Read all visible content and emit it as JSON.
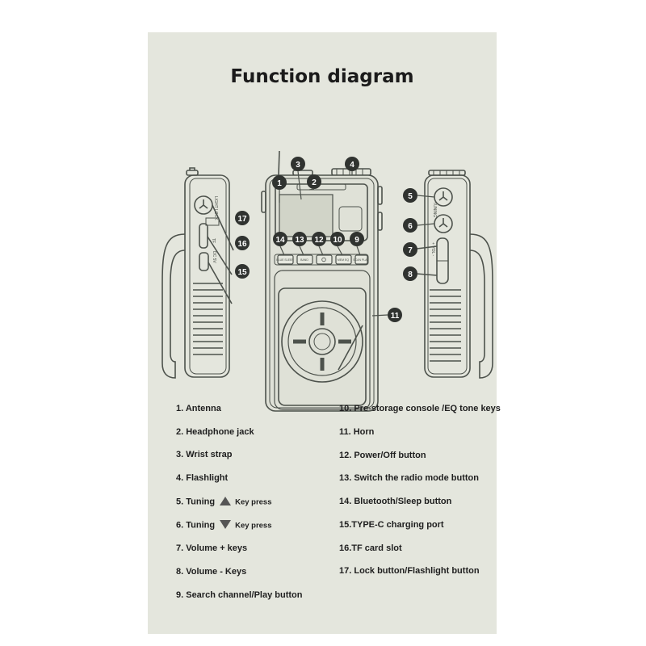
{
  "title": "Function diagram",
  "callouts": [
    "1",
    "2",
    "3",
    "4",
    "5",
    "6",
    "7",
    "8",
    "9",
    "10",
    "11",
    "12",
    "13",
    "14",
    "15",
    "16",
    "17"
  ],
  "device_labels": {
    "side_lock": "LIGHT LOCK",
    "side_tf": "TF",
    "side_usb": "DC 5V",
    "right_tune": "TUNING",
    "right_vol": "+ VOL -",
    "btn_14": "BLUE SLEEP",
    "btn_13": "BAND",
    "btn_10": "MEM EQ",
    "btn_9": "SCAN PLAY"
  },
  "legend": {
    "item1": "1. Antenna",
    "item2": "2. Headphone jack",
    "item3": "3. Wrist strap",
    "item4": "4. Flashlight",
    "item5": "5. Tuning",
    "item5_sub": "Key press",
    "item6": "6. Tuning",
    "item6_sub": "Key press",
    "item7": "7. Volume + keys",
    "item8": "8. Volume - Keys",
    "item9": "9. Search channel/Play button",
    "item10": "10. Pre-storage console /EQ tone keys",
    "item11": "11. Horn",
    "item12": "12. Power/Off button",
    "item13": "13. Switch the radio mode button",
    "item14": "14. Bluetooth/Sleep button",
    "item15": "15.TYPE-C charging port",
    "item16": "16.TF card slot",
    "item17": "17. Lock button/Flashlight button"
  },
  "colors": {
    "panel": "#e4e6dd",
    "line": "#4d524c",
    "callout": "#303330",
    "device_fill": "#dfe1d7",
    "screen": "#d1d4c8"
  }
}
